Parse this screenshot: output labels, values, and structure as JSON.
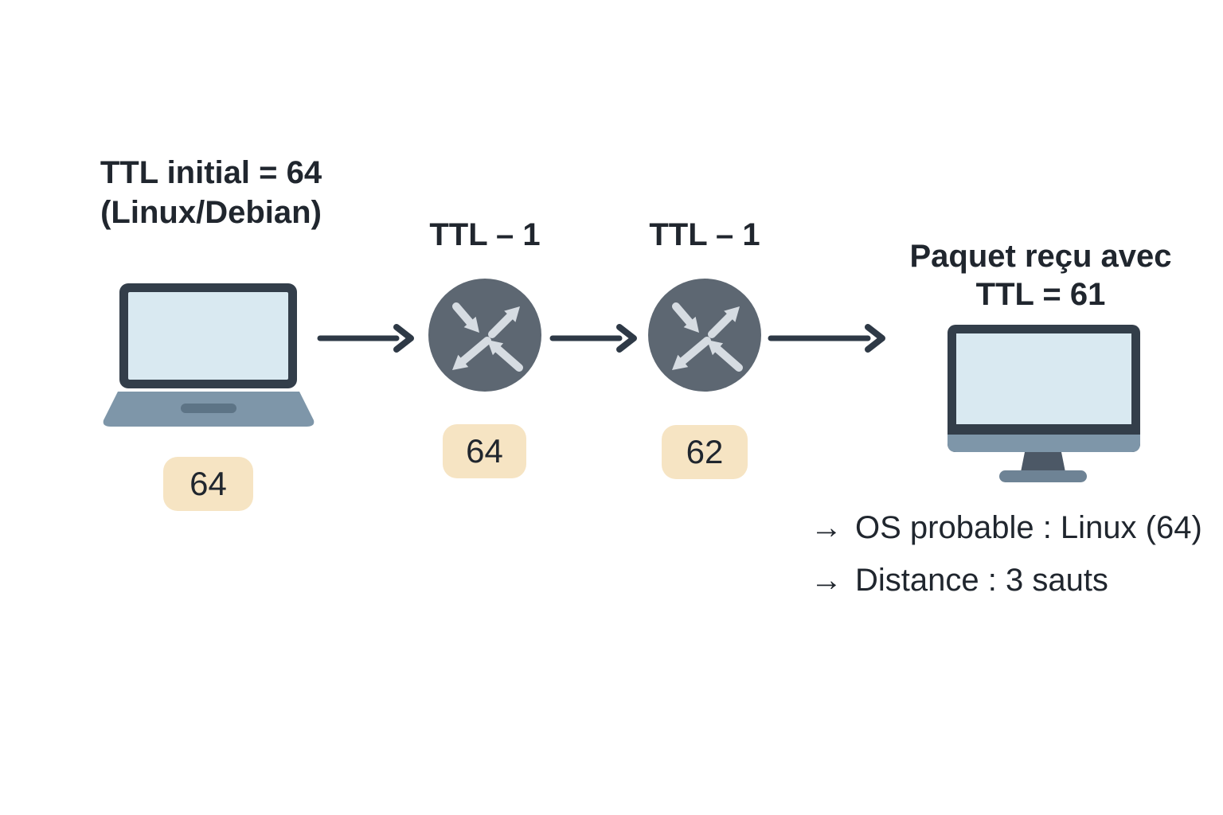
{
  "diagram": {
    "source": {
      "title_line1": "TTL initial = 64",
      "title_line2": "(Linux/Debian)",
      "badge": "64",
      "icon": "laptop-icon"
    },
    "hops": [
      {
        "label": "TTL – 1",
        "badge": "64",
        "icon": "router-icon"
      },
      {
        "label": "TTL – 1",
        "badge": "62",
        "icon": "router-icon"
      }
    ],
    "destination": {
      "title_line1": "Paquet reçu avec",
      "title_line2": "TTL = 61",
      "icon": "monitor-icon",
      "results": [
        {
          "prefix": "→",
          "text": "OS probable : Linux (64)"
        },
        {
          "prefix": "→",
          "text": "Distance : 3 sauts"
        }
      ]
    },
    "connector_icon": "arrow-right-icon",
    "colors": {
      "background": "#ffffff",
      "text": "#20262e",
      "badge_bg": "#f6e4c3",
      "device_dark": "#333e4a",
      "screen_blue": "#d9e9f1",
      "device_gray": "#7e96a9",
      "router_fill": "#5d6772",
      "router_arrows": "#d6dce2",
      "connector": "#2e3946"
    }
  }
}
